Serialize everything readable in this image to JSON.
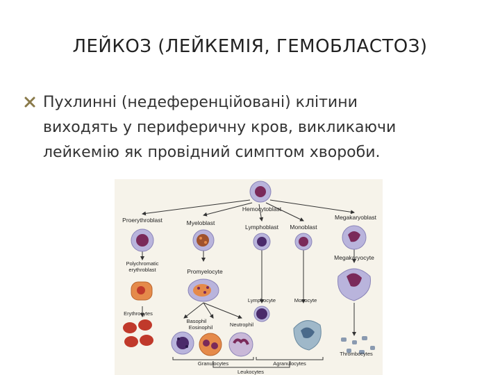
{
  "slide": {
    "title": "ЛЕЙКОЗ (ЛЕЙКЕМІЯ, ГЕМОБЛАСТОЗ)",
    "bullet": {
      "icon": "x-mark-icon",
      "lines": [
        "Пухлинні (недеференційовані) клітини",
        "виходять у периферичну кров, викликаючи",
        "лейкемію як провідний симптом хвороби."
      ]
    }
  },
  "diagram": {
    "labels": {
      "hemocytoblast": "Hemocytoblast",
      "proerythroblast": "Proerythroblast",
      "myeloblast": "Myeloblast",
      "lymphoblast": "Lymphoblast",
      "monoblast": "Monoblast",
      "megakaryoblast": "Megakaryoblast",
      "polychromatic1": "Polychromatic",
      "polychromatic2": "erythroblast",
      "promyelocyte": "Promyelocyte",
      "megakaryocyte": "Megakaryocyte",
      "lymphocyte": "Lymphocyte",
      "monocyte": "Monocyte",
      "erythrocytes": "Erythrocytes",
      "basophil": "Basophil",
      "eosinophil": "Eosinophil",
      "neutrophil": "Neutrophil",
      "granulocytes": "Granulocytes",
      "agranulocytes": "Agranulocytes",
      "thrombocytes": "Thrombocytes",
      "leukocytes": "Leukocytes"
    },
    "colors": {
      "cell_body": "#b9b4dc",
      "nucleus": "#7a2a5a",
      "orange_cell": "#e58a4a",
      "red_cell": "#c0392b",
      "background": "#f6f3ea"
    }
  }
}
